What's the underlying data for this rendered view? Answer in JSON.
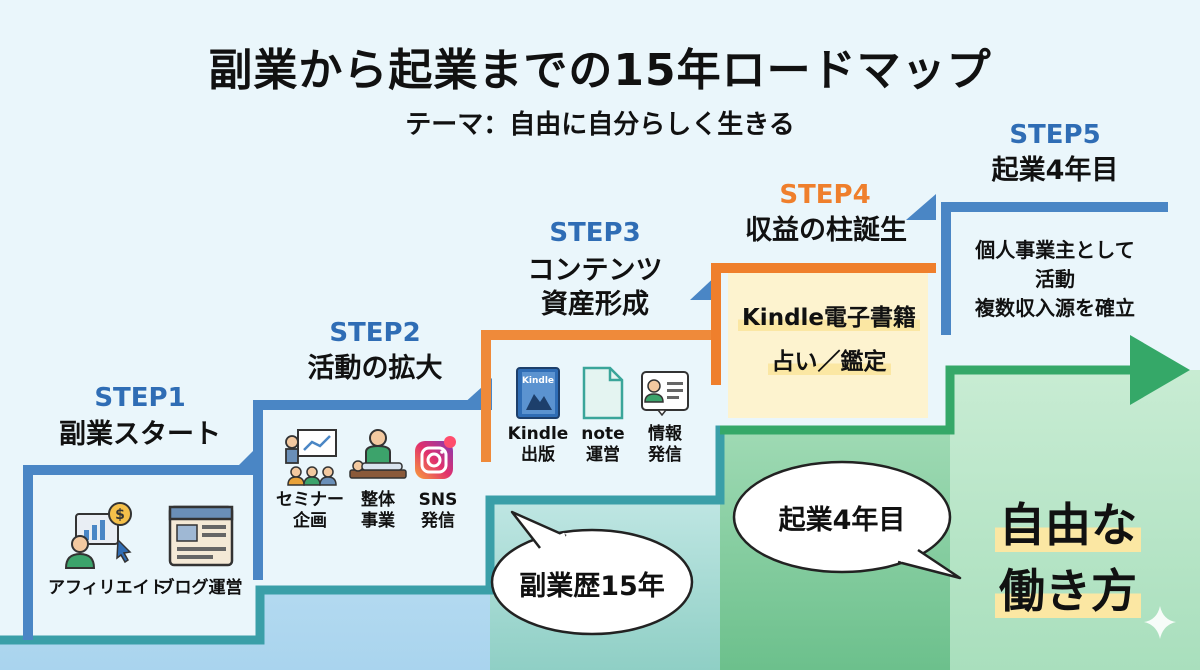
{
  "title": "副業から起業までの15年ロードマップ",
  "subtitle": "テーマ：自由に自分らしく生きる",
  "steps": [
    {
      "label": "STEP1",
      "name": "副業スタート",
      "items": [
        {
          "label": "アフィリエイト",
          "icon": "affiliate-person-icon"
        },
        {
          "label": "ブログ運営",
          "icon": "blog-page-icon"
        }
      ]
    },
    {
      "label": "STEP2",
      "name": "活動の拡大",
      "items": [
        {
          "label1": "セミナー",
          "label2": "企画",
          "icon": "seminar-icon"
        },
        {
          "label1": "整体",
          "label2": "事業",
          "icon": "massage-icon"
        },
        {
          "label1": "SNS",
          "label2": "発信",
          "icon": "instagram-icon"
        }
      ]
    },
    {
      "label": "STEP3",
      "name1": "コンテンツ",
      "name2": "資産形成",
      "items": [
        {
          "label1": "Kindle",
          "label2": "出版",
          "icon": "kindle-book-icon"
        },
        {
          "label1": "note",
          "label2": "運営",
          "icon": "note-document-icon"
        },
        {
          "label1": "情報",
          "label2": "発信",
          "icon": "profile-card-icon"
        }
      ]
    },
    {
      "label": "STEP4",
      "name": "収益の柱誕生",
      "items": [
        "Kindle電子書籍",
        "占い／鑑定"
      ]
    },
    {
      "label": "STEP5",
      "name": "起業4年目",
      "items": [
        "個人事業主として",
        "活動",
        "複数収入源を確立"
      ]
    }
  ],
  "bubbles": [
    "副業歴15年",
    "起業4年目"
  ],
  "goal": [
    "自由な",
    "働き方"
  ],
  "colors": {
    "blue": "#4a86c5",
    "orange": "#ef8a3a",
    "green": "#35a868",
    "teal": "#3b9e9a"
  }
}
